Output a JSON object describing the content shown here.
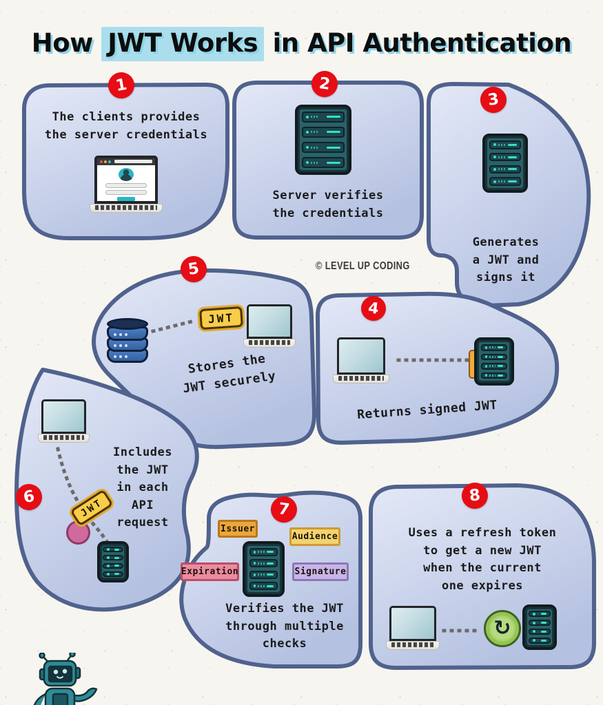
{
  "title": {
    "pre": "How ",
    "highlight": "JWT Works",
    "post": " in API Authentication"
  },
  "watermark": "© LEVEL UP CODING",
  "jwt_label": "JWT",
  "steps": [
    {
      "number": "1",
      "text": "The clients provides\nthe server credentials"
    },
    {
      "number": "2",
      "text": "Server verifies\nthe credentials"
    },
    {
      "number": "3",
      "text": "Generates\na JWT and\nsigns it"
    },
    {
      "number": "4",
      "text": "Returns signed JWT"
    },
    {
      "number": "5",
      "text": "Stores the\nJWT securely"
    },
    {
      "number": "6",
      "text": "Includes\nthe JWT\nin each\nAPI\nrequest"
    },
    {
      "number": "7",
      "text": "Verifies the JWT\nthrough multiple\nchecks",
      "checks": [
        "Issuer",
        "Audience",
        "Expiration",
        "Signature"
      ]
    },
    {
      "number": "8",
      "text": "Uses a refresh token\nto get a new JWT\nwhen the current\none expires"
    }
  ],
  "colors": {
    "panel_fill_top": "#e4e9f7",
    "panel_fill_bottom": "#b4c1e1",
    "panel_border": "#50628d",
    "badge_red": "#e60d15",
    "title_highlight": "#aadeed",
    "title_shadow": "#8fd3e6",
    "jwt_yellow": "#f8cd49",
    "issuer": "#eaa63d",
    "audience": "#f2d36e",
    "expiration": "#ec8ba0",
    "signature": "#c7b5e8",
    "refresh_green": "#b7da80"
  }
}
